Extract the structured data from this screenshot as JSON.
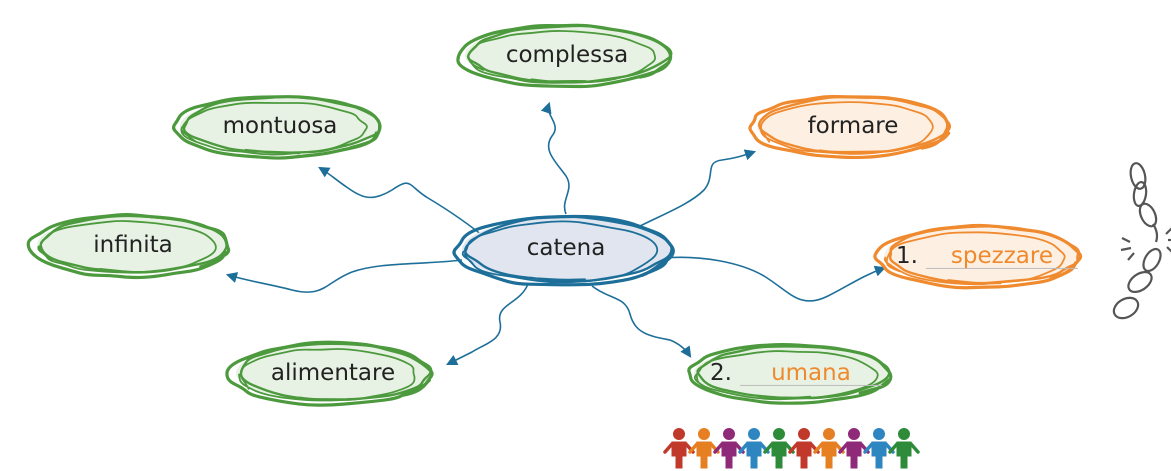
{
  "diagram": {
    "center": {
      "label": "catena"
    },
    "nodes": [
      {
        "id": "complessa",
        "label": "complessa",
        "theme": "green"
      },
      {
        "id": "montuosa",
        "label": "montuosa",
        "theme": "green"
      },
      {
        "id": "formare",
        "label": "formare",
        "theme": "orange"
      },
      {
        "id": "infinita",
        "label": "infinita",
        "theme": "green"
      },
      {
        "id": "alimentare",
        "label": "alimentare",
        "theme": "green"
      },
      {
        "id": "spezzare",
        "number": "1.",
        "answer": "spezzare",
        "theme": "orange"
      },
      {
        "id": "umana",
        "number": "2.",
        "answer": "umana",
        "theme": "green"
      }
    ]
  },
  "decor": {
    "chain_icon": "broken-chain-icon",
    "people_icon": "people-row-icon",
    "people_colors": [
      "#c0392b",
      "#e67e22",
      "#8e2a78",
      "#2e86c1",
      "#2e8b3a",
      "#c0392b",
      "#e67e22",
      "#8e2a78",
      "#2e86c1",
      "#2e8b3a"
    ]
  },
  "colors": {
    "green_stroke": "#4d9a3e",
    "green_fill": "#e8f2e4",
    "orange_stroke": "#ef8a2f",
    "orange_fill": "#fdf0e3",
    "center_stroke": "#1d6f99",
    "center_fill": "#e0e5ef",
    "arrow": "#1d6f99",
    "answer_text": "#ee8a2d"
  }
}
